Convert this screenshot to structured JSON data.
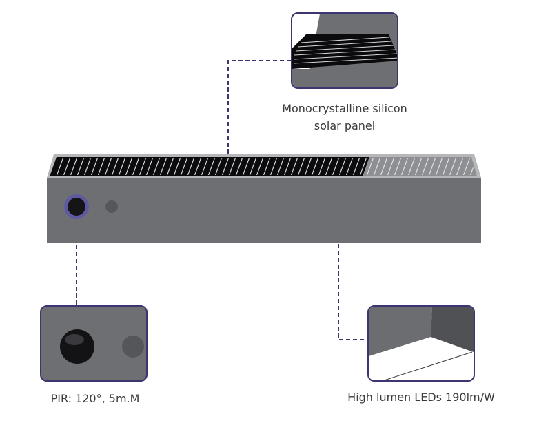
{
  "callouts": {
    "solar_panel": {
      "line1": "Monocrystalline silicon",
      "line2": "solar panel"
    },
    "pir_sensor": {
      "label": "PIR: 120°, 5m.M"
    },
    "leds": {
      "label": "High lumen LEDs 190lm/W"
    }
  },
  "colors": {
    "accent": "#3b3572",
    "body": "#6e6f73",
    "panel": "#0b0b0d"
  }
}
